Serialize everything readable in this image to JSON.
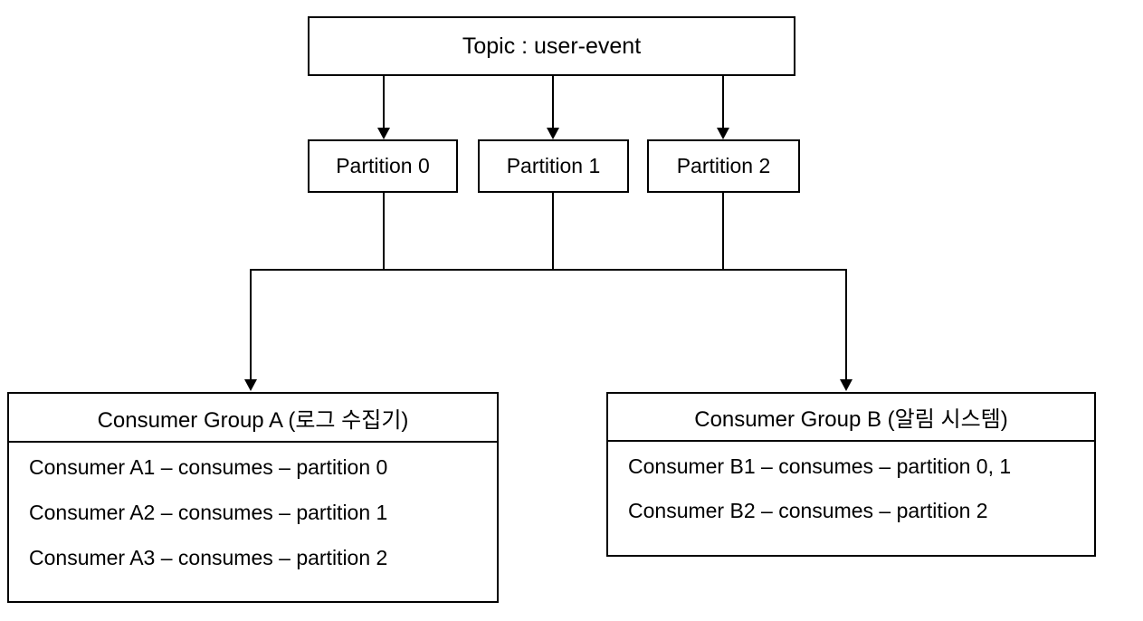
{
  "diagram": {
    "title_box": {
      "label": "Topic : user-event"
    },
    "partitions": [
      {
        "label": "Partition 0"
      },
      {
        "label": "Partition 1"
      },
      {
        "label": "Partition 2"
      }
    ],
    "consumer_groups": [
      {
        "id": "a",
        "header": "Consumer Group A  (로그 수집기)",
        "consumers": [
          "Consumer A1 – consumes – partition 0",
          "Consumer A2 – consumes – partition 1",
          "Consumer A3 – consumes – partition 2"
        ]
      },
      {
        "id": "b",
        "header": "Consumer Group B (알림 시스템)",
        "consumers": [
          "Consumer B1 – consumes – partition 0, 1",
          "Consumer B2 – consumes – partition 2"
        ]
      }
    ],
    "colors": {
      "stroke": "#000000",
      "background": "#ffffff",
      "text": "#000000"
    }
  }
}
